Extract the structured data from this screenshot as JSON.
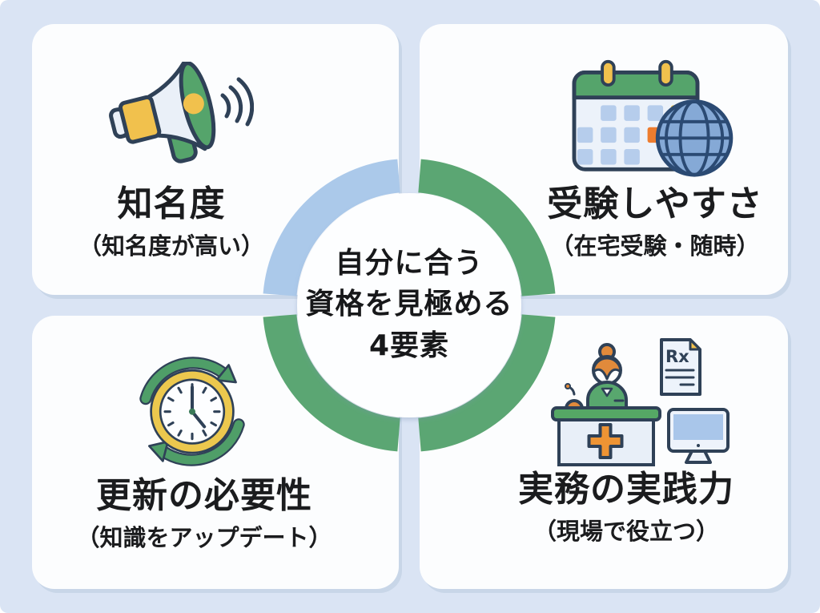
{
  "center": {
    "lines": [
      "自分に合う",
      "資格を見極める",
      "4要素"
    ]
  },
  "cards": [
    {
      "title": "知名度",
      "subtitle": "（知名度が高い）",
      "icon": "megaphone-icon"
    },
    {
      "title": "受験しやすさ",
      "subtitle": "（在宅受験・随時）",
      "icon": "calendar-globe-icon"
    },
    {
      "title": "更新の必要性",
      "subtitle": "（知識をアップデート）",
      "icon": "clock-refresh-icon"
    },
    {
      "title": "実務の実践力",
      "subtitle": "（現場で役立つ）",
      "icon": "pharmacy-counter-icon"
    }
  ],
  "icon_labels": {
    "rx_text": "Rx"
  },
  "colors": {
    "background": "#dae4f4",
    "card": "#fcfdfe",
    "card_shadow": "#c8d6e8",
    "ring_green": "#5ba673",
    "ring_blue": "#abc9ea",
    "text": "#1b1c1e",
    "icon_outline": "#2f4157",
    "icon_green": "#55a46b",
    "icon_yellow": "#f1c14d",
    "icon_orange": "#ed7c2e",
    "icon_light": "#eaf0f8",
    "globe_blue": "#85a9d6",
    "screen_blue": "#a9c6ea"
  }
}
